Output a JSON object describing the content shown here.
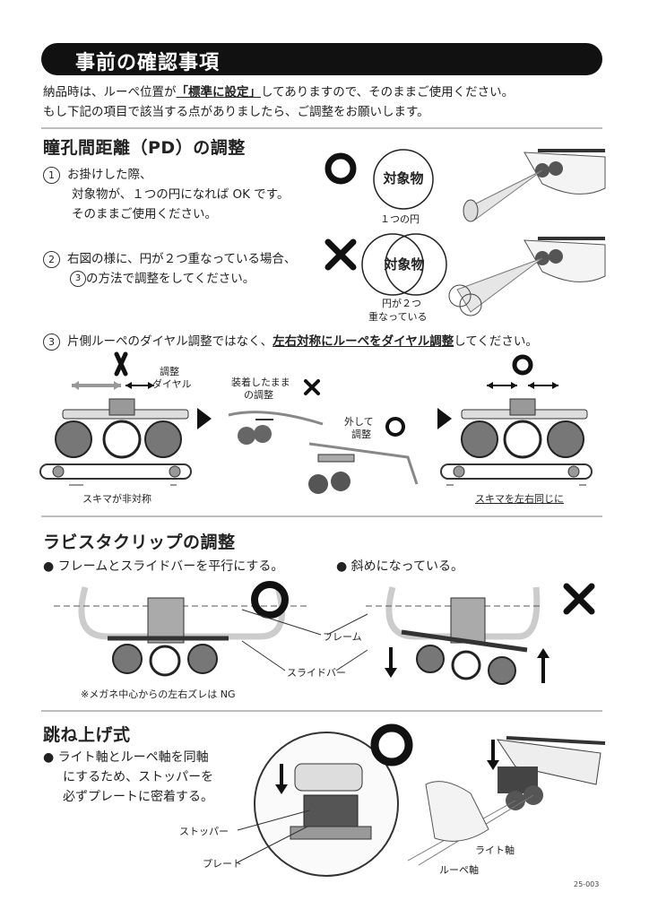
{
  "title": "事前の確認事項",
  "intro": {
    "line1_pre": "納品時は、ルーペ位置が",
    "line1_mark": "「標準に設定」",
    "line1_post": "してありますので、そのままご使用ください。",
    "line2": "もし下記の項目で該当する点がありましたら、ご調整をお願いします。"
  },
  "pd": {
    "heading": "瞳孔間距離（PD）の調整",
    "step1": {
      "num": "1",
      "lines": [
        "お掛けした際、",
        "対象物が、１つの円になれば OK です。",
        "そのままご使用ください。"
      ]
    },
    "step2": {
      "num": "2",
      "line1": "右図の様に、円が２つ重なっている場合、",
      "line2_ref": "3",
      "line2": "の方法で調整をしてください。"
    },
    "step3": {
      "num": "3",
      "pre": "片側ルーペのダイヤル調整ではなく、",
      "mark": "左右対称にルーペをダイヤル調整",
      "post": "してください。"
    },
    "target_label": "対象物",
    "one_circle": "１つの円",
    "two_circles": [
      "円が２つ",
      "重なっている"
    ],
    "dial": [
      "調整",
      "ダイヤル"
    ],
    "worn": [
      "装着したまま",
      "の調整"
    ],
    "removed": [
      "外して",
      "調整"
    ],
    "gap_bad": "スキマが非対称",
    "gap_good": "スキマを左右同じに"
  },
  "clip": {
    "heading": "ラビスタクリップの調整",
    "ok": "フレームとスライドバーを平行にする。",
    "ng": "斜めになっている。",
    "frame": "フレーム",
    "slide": "スライドバー",
    "note": "※メガネ中心からの左右ズレは NG"
  },
  "flip": {
    "heading": "跳ね上げ式",
    "lines": [
      "ライト軸とルーペ軸を同軸",
      "にするため、ストッパーを",
      "必ずプレートに密着する。"
    ],
    "stopper": "ストッパー",
    "plate": "プレート",
    "light_axis": "ライト軸",
    "loupe_axis": "ルーペ軸"
  },
  "code": "25-003"
}
